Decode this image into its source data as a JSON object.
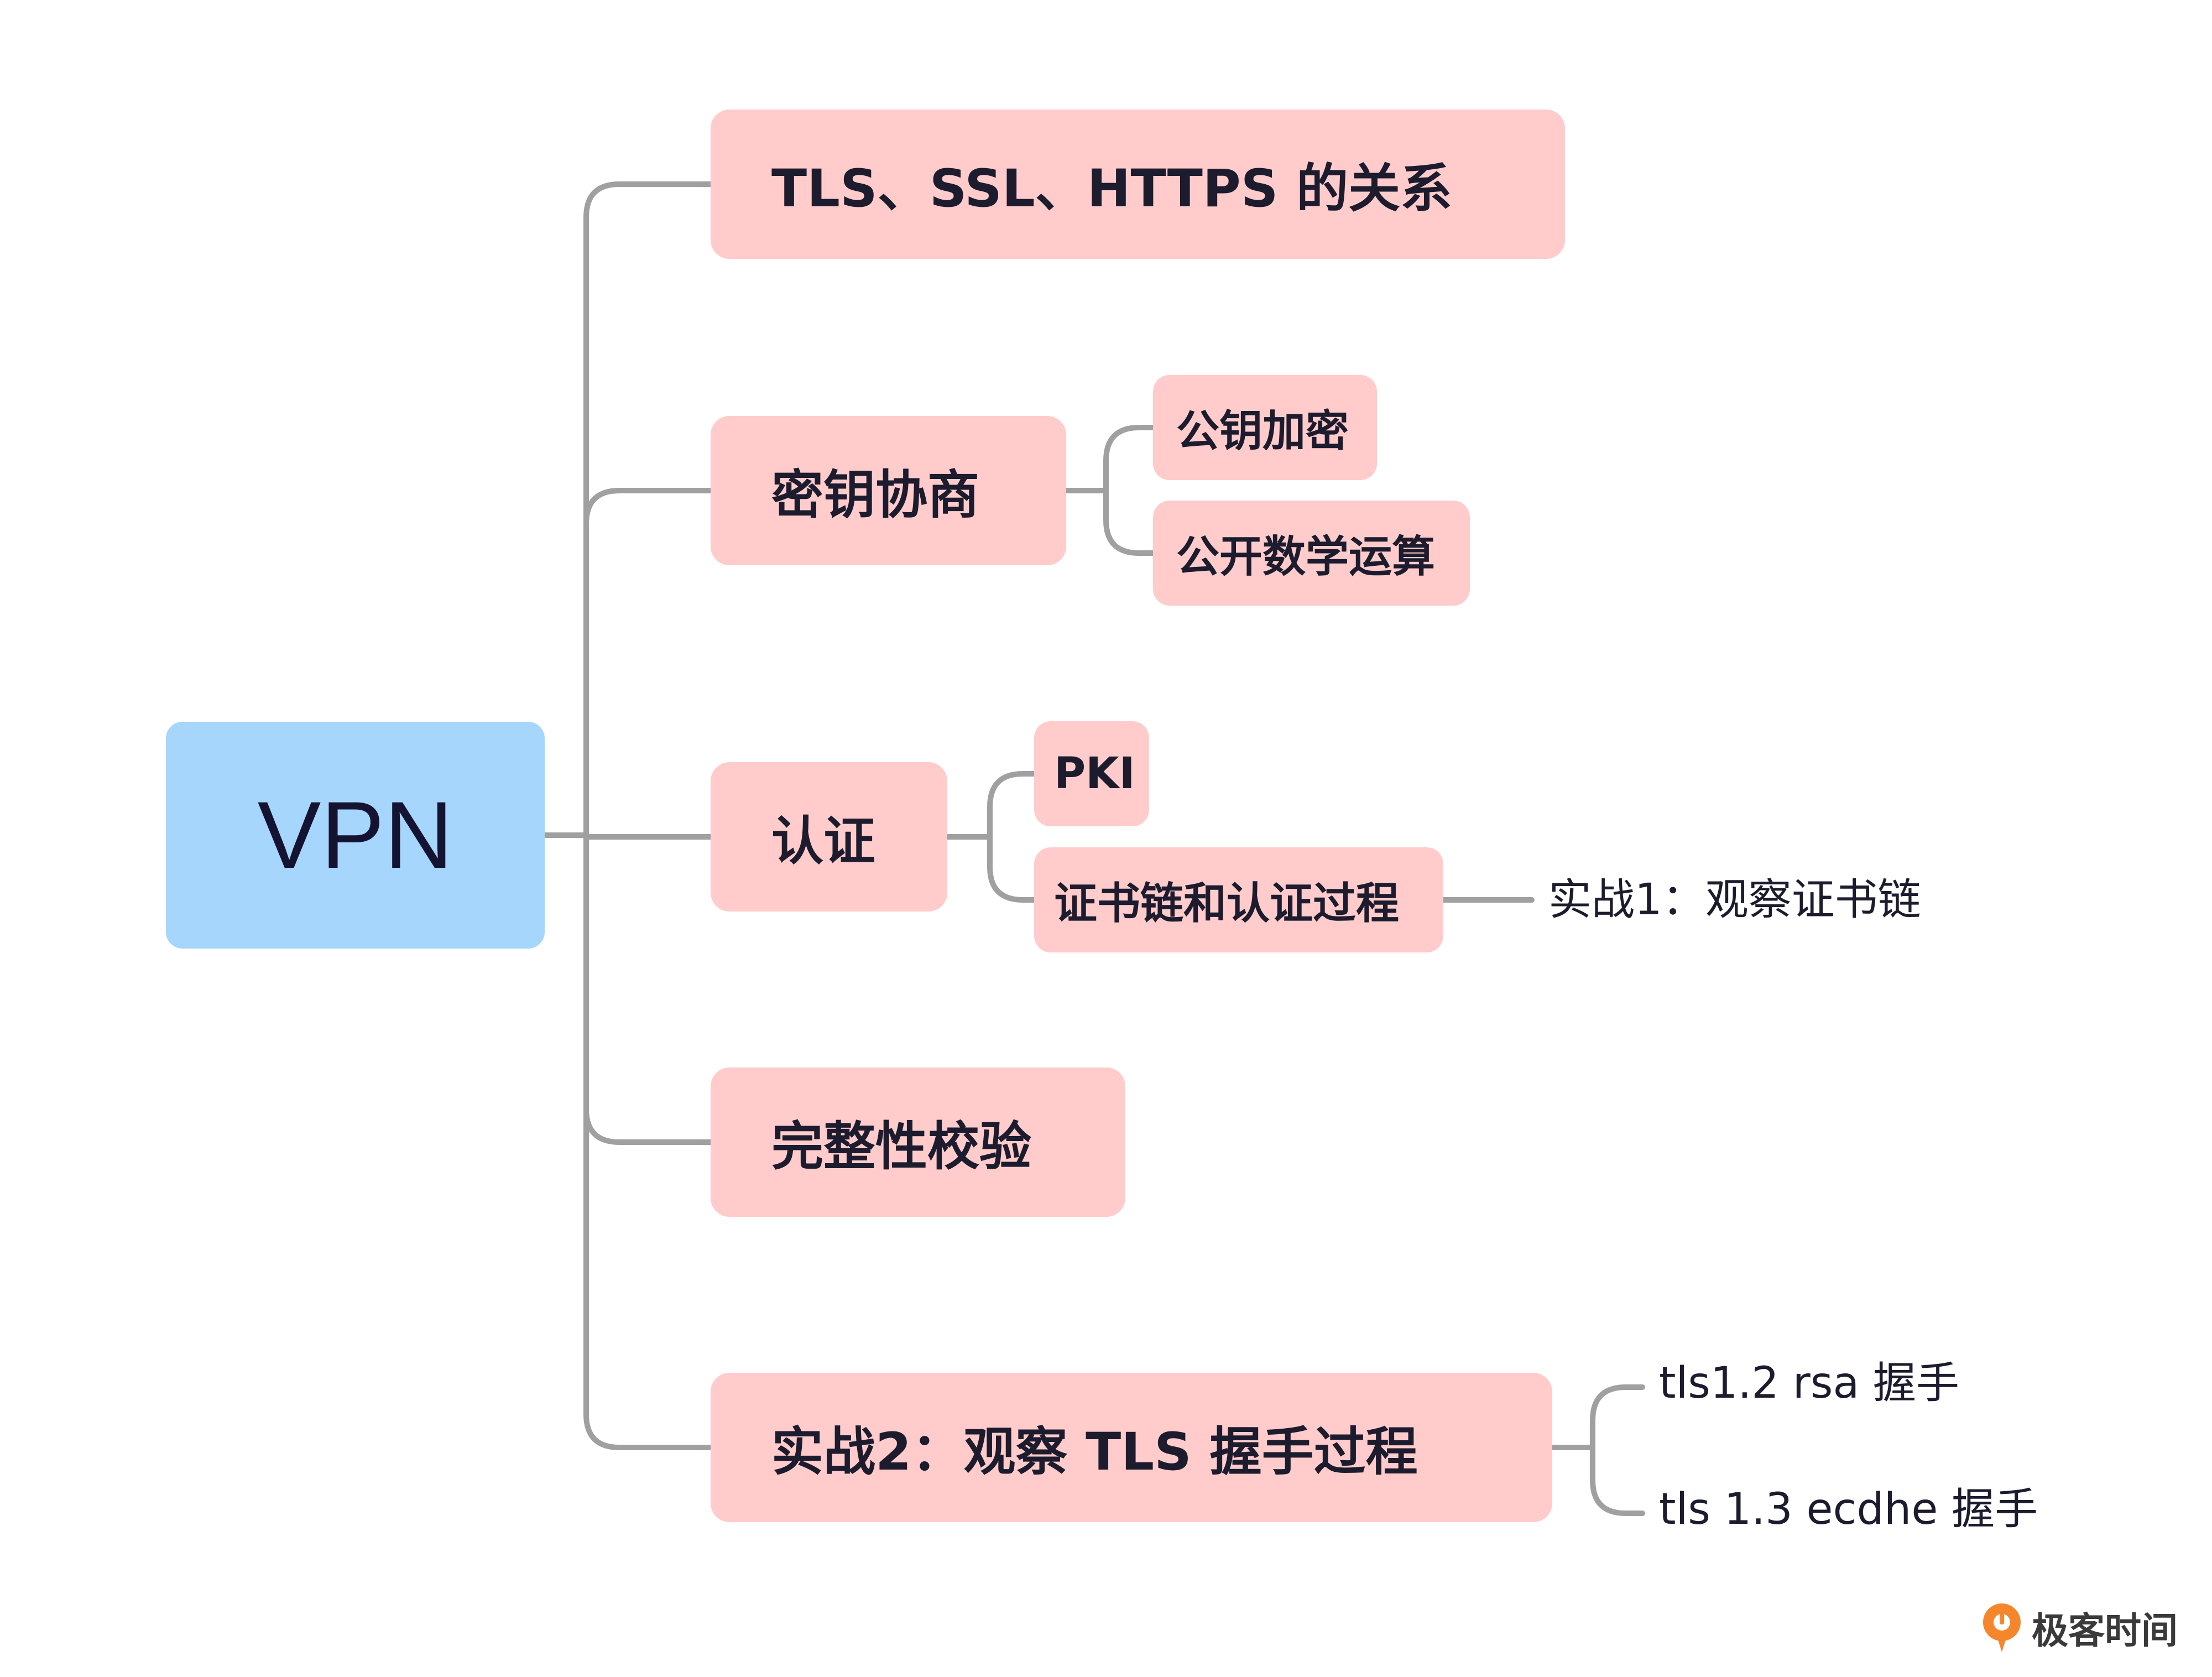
{
  "mindmap": {
    "root": {
      "label": "VPN"
    },
    "branches": [
      {
        "label": "TLS、SSL、HTTPS 的关系",
        "children": []
      },
      {
        "label": "密钥协商",
        "children": [
          {
            "label": "公钥加密"
          },
          {
            "label": "公开数学运算"
          }
        ]
      },
      {
        "label": "认证",
        "children": [
          {
            "label": "PKI"
          },
          {
            "label": "证书链和认证过程",
            "children": [
              {
                "label": "实战1：观察证书链"
              }
            ]
          }
        ]
      },
      {
        "label": "完整性校验",
        "children": []
      },
      {
        "label": "实战2：观察 TLS 握手过程",
        "children": [
          {
            "label": "tls1.2 rsa 握手"
          },
          {
            "label": "tls 1.3 ecdhe 握手"
          }
        ]
      }
    ]
  },
  "watermark": {
    "text": "极客时间"
  },
  "colors": {
    "root_fill": "#a6d6fc",
    "branch_fill": "#ffcccb",
    "connector": "#a0a0a0",
    "logo_orange": "#f5862b"
  }
}
